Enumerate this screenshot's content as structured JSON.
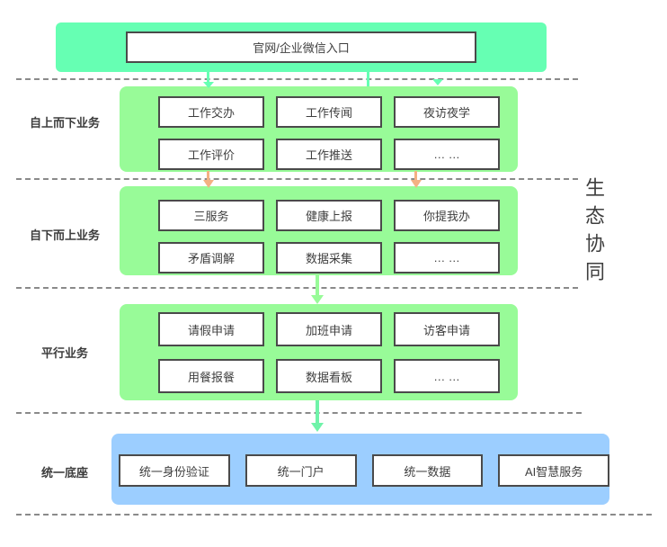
{
  "banner": {
    "label": "官网/企业微信入口"
  },
  "sections": [
    {
      "label": "自上而下业务",
      "boxes": [
        "工作交办",
        "工作传闻",
        "夜访夜学",
        "工作评价",
        "工作推送",
        "… …"
      ]
    },
    {
      "label": "自下而上业务",
      "boxes": [
        "三服务",
        "健康上报",
        "你提我办",
        "矛盾调解",
        "数据采集",
        "… …"
      ]
    },
    {
      "label": "平行业务",
      "boxes": [
        "请假申请",
        "加班申请",
        "访客申请",
        "用餐报餐",
        "数据看板",
        "… …"
      ]
    }
  ],
  "base": {
    "label": "统一底座",
    "boxes": [
      "统一身份验证",
      "统一门户",
      "统一数据",
      "AI智慧服务"
    ]
  },
  "side_text": {
    "label": "生态协同"
  },
  "colors": {
    "banner_fill": "#66FFB3",
    "section_fill": "#98FB98",
    "base_fill": "#9CCEFF",
    "arrow_orange": "#F4B183",
    "arrow_mint": "#66FFB3",
    "arrow_green": "#98FB98",
    "arrow_mint_bottom": "#6FF3A9",
    "node_border": "#4a4a4a",
    "text": "#3f3f3f",
    "dash_line": "#8a8a8a"
  }
}
